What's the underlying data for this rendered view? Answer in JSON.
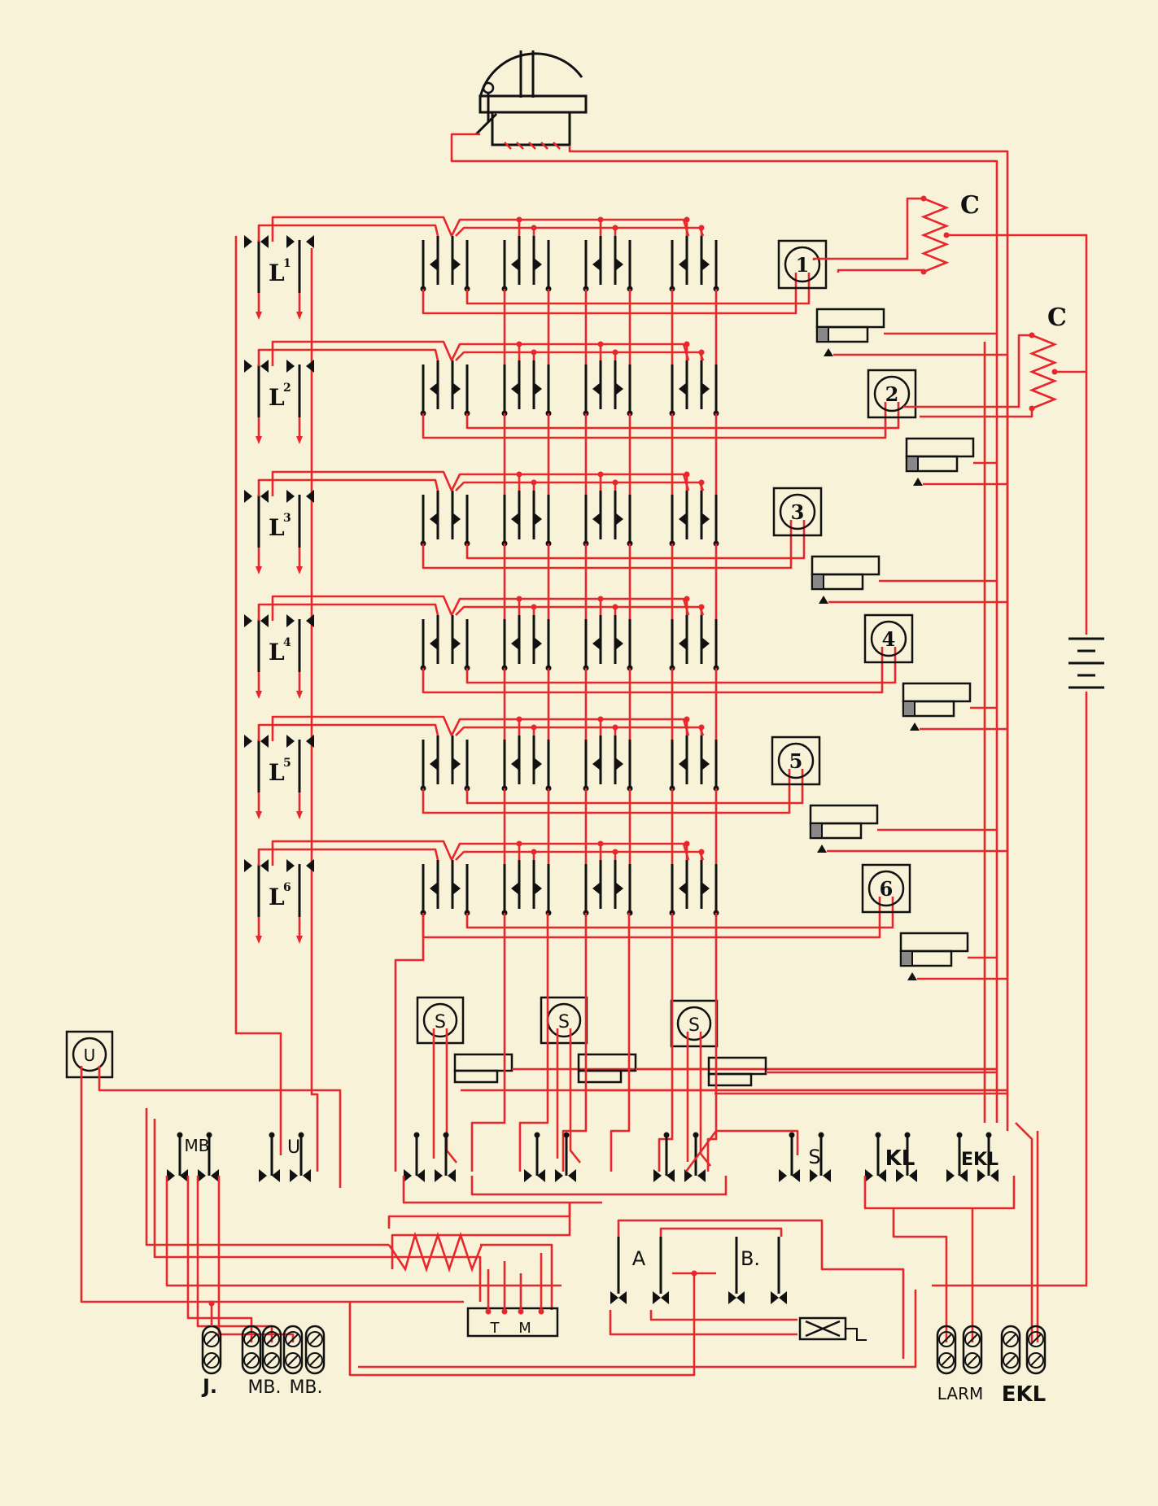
{
  "diagram": {
    "colors": {
      "wire": "#e8262b",
      "ink": "#111111",
      "paper": "#f7f2d8"
    },
    "line_jacks": [
      {
        "label": "L",
        "index": "1"
      },
      {
        "label": "L",
        "index": "2"
      },
      {
        "label": "L",
        "index": "3"
      },
      {
        "label": "L",
        "index": "4"
      },
      {
        "label": "L",
        "index": "5"
      },
      {
        "label": "L",
        "index": "6"
      }
    ],
    "drops": [
      "1",
      "2",
      "3",
      "4",
      "5",
      "6"
    ],
    "coils": [
      "C",
      "C"
    ],
    "supervisory_drops": [
      "S",
      "S",
      "S"
    ],
    "u_drop": "U",
    "switch_labels": {
      "mb": "MB",
      "u": "U",
      "s": "S",
      "kl": "KL",
      "ekl": "EKL",
      "a": "A",
      "b": "B."
    },
    "tm_box": {
      "t": "T",
      "m": "M"
    },
    "terminals": {
      "j": "J.",
      "mb1": "MB.",
      "mb2": "MB.",
      "larm": "LARM",
      "ekl": "EKL"
    }
  }
}
